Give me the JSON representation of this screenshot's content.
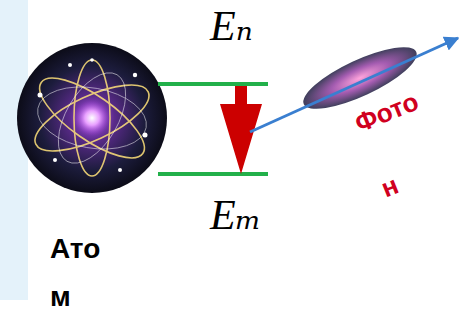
{
  "diagram": {
    "labels": [
      "Eₙ",
      "Eₘ",
      "Атом",
      "Фотон"
    ]
  }
}
